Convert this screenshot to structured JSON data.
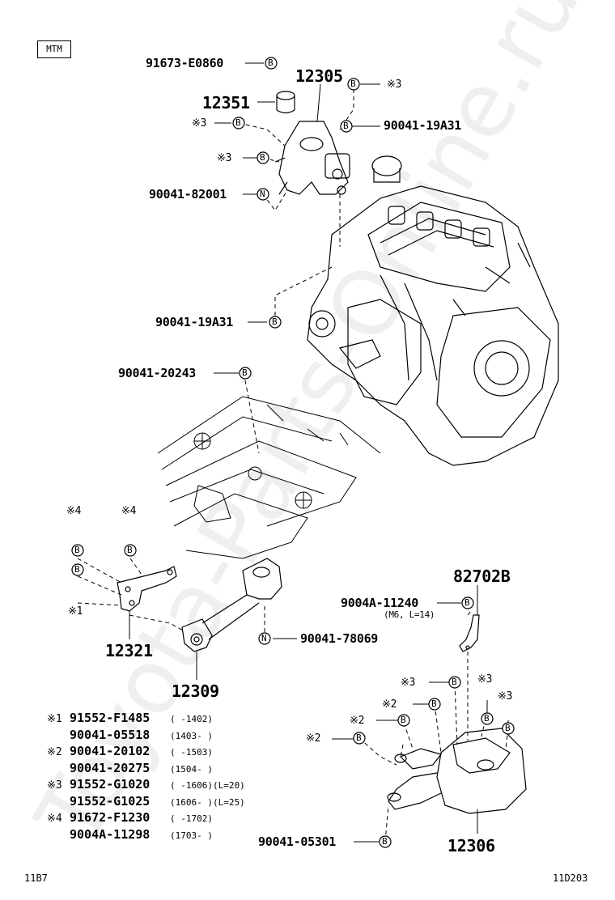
{
  "header": {
    "model_tag": "MTM"
  },
  "footer": {
    "left_code": "11B7",
    "right_code": "11D203"
  },
  "watermark": "Toyota-Parts-Online.ru",
  "marker_letters": {
    "b": "B",
    "n": "N"
  },
  "notes": {
    "x1": "※1",
    "x2": "※2",
    "x3": "※3",
    "x4": "※4"
  },
  "callouts": {
    "p91673": "91673-E0860",
    "p12305": "12305",
    "p12351": "12351",
    "p90041_19a31_top": "90041-19A31",
    "p90041_82001": "90041-82001",
    "p90041_19a31_mid": "90041-19A31",
    "p90041_20243": "90041-20243",
    "p82702b": "82702B",
    "p9004a_11240": "9004A-11240",
    "p9004a_11240_spec": "(M6, L=14)",
    "p90041_78069": "90041-78069",
    "p12321": "12321",
    "p12309": "12309",
    "p90041_05301": "90041-05301",
    "p12306": "12306"
  },
  "legend": [
    {
      "sym": "※1",
      "code": "91552-F1485",
      "range": "(      -1402)",
      "extra": ""
    },
    {
      "sym": "",
      "code": "90041-05518",
      "range": "(1403-      )",
      "extra": ""
    },
    {
      "sym": "※2",
      "code": "90041-20102",
      "range": "(      -1503)",
      "extra": ""
    },
    {
      "sym": "",
      "code": "90041-20275",
      "range": "(1504-      )",
      "extra": ""
    },
    {
      "sym": "※3",
      "code": "91552-G1020",
      "range": "(      -1606)",
      "extra": "(L=20)"
    },
    {
      "sym": "",
      "code": "91552-G1025",
      "range": "(1606-      )",
      "extra": "(L=25)"
    },
    {
      "sym": "※4",
      "code": "91672-F1230",
      "range": "(      -1702)",
      "extra": ""
    },
    {
      "sym": "",
      "code": "9004A-11298",
      "range": "(1703-      )",
      "extra": ""
    }
  ]
}
